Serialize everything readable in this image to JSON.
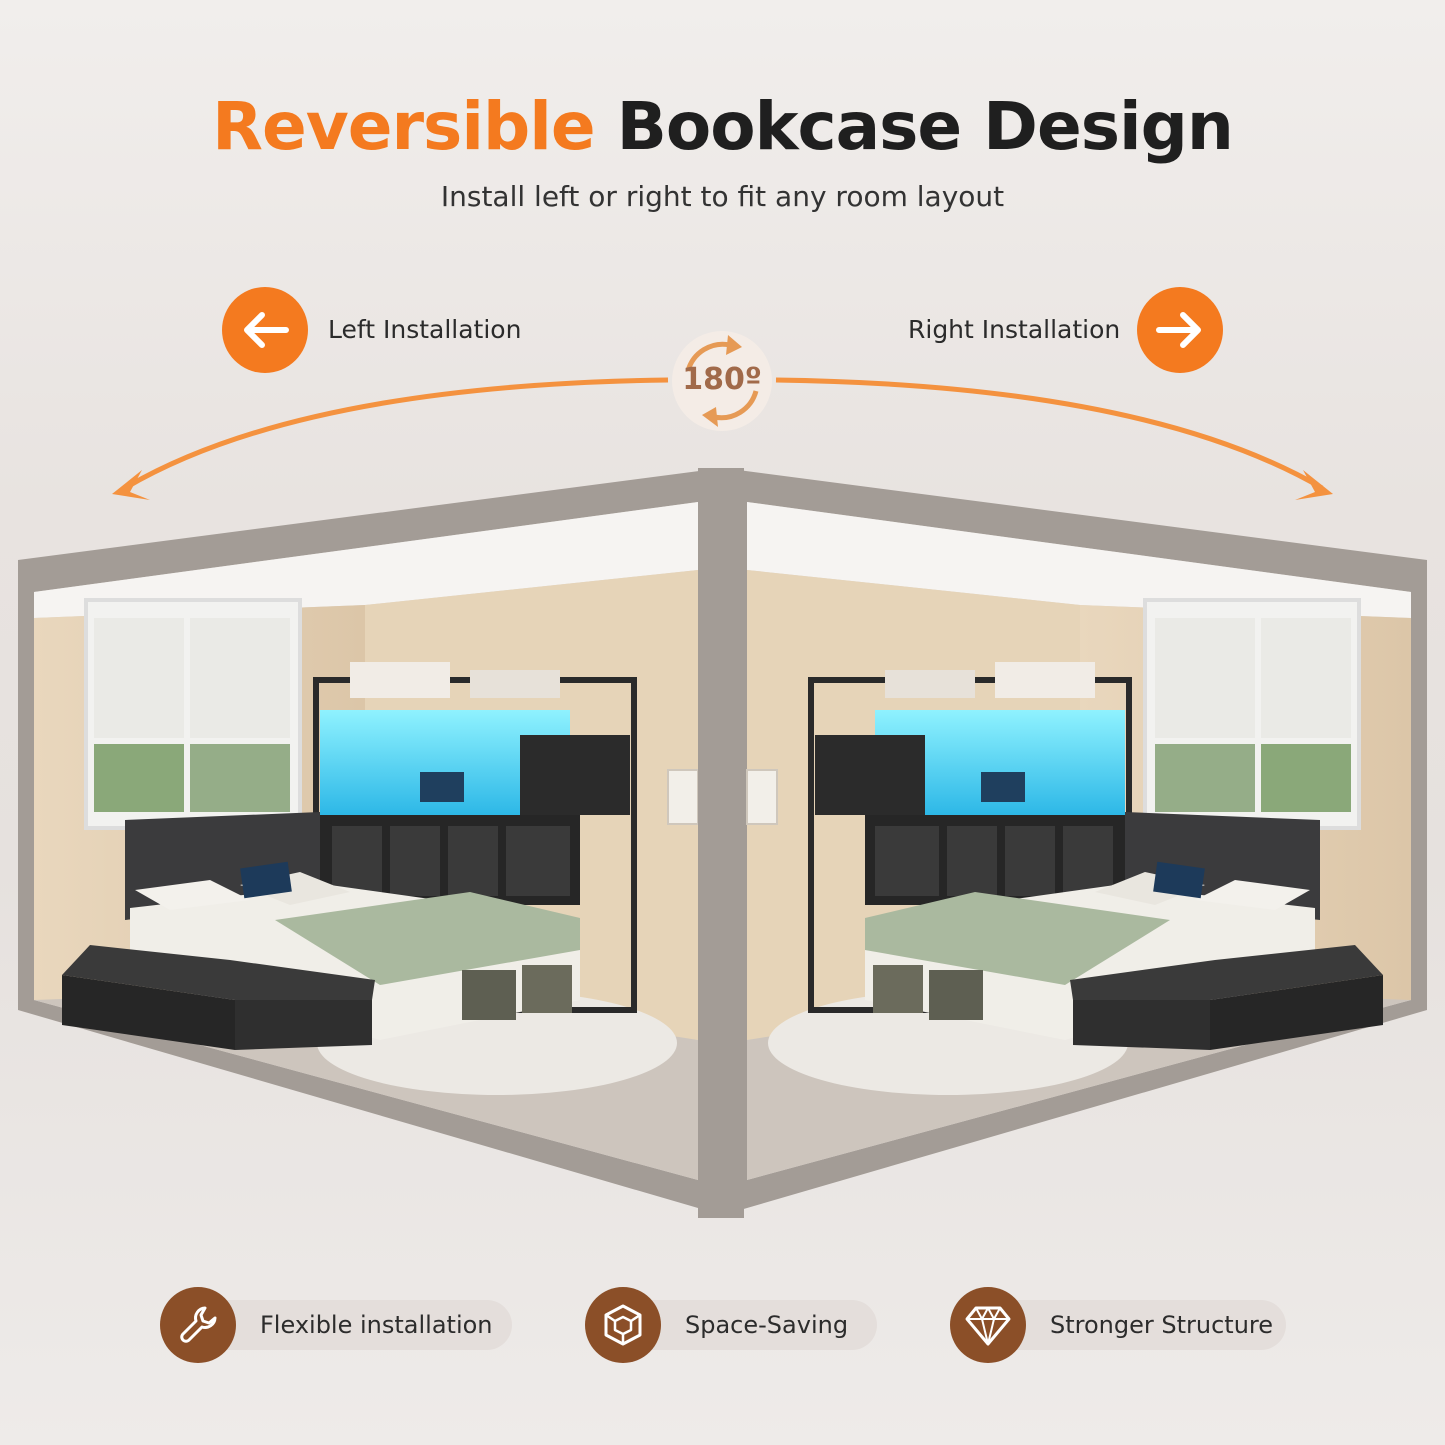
{
  "header": {
    "title_accent": "Reversible",
    "title_rest": "Bookcase Design",
    "subtitle": "Install left or right to fit any room layout"
  },
  "rotation": {
    "left_label": "Left Installation",
    "right_label": "Right Installation",
    "badge_text": "180º"
  },
  "features": [
    {
      "label": "Flexible installation",
      "icon": "wrench-icon"
    },
    {
      "label": "Space-Saving",
      "icon": "cube-icon"
    },
    {
      "label": "Stronger Structure",
      "icon": "diamond-icon"
    }
  ],
  "colors": {
    "accent": "#f47a1f",
    "brown": "#8b4f28",
    "dark_text": "#1f1f1f",
    "led_blue": "#5fd8f0",
    "frame_gray": "#a39c96"
  }
}
